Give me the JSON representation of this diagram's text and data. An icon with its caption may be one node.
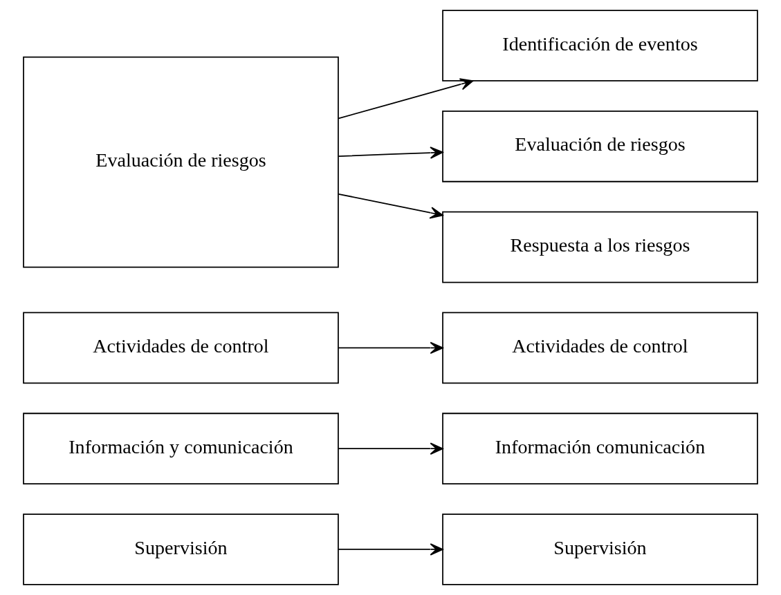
{
  "diagram": {
    "nodes": [
      {
        "text": [
          "Evaluación de riesgos"
        ]
      },
      {
        "text": [
          "Actividades de control"
        ]
      },
      {
        "text": [
          "Información y comunicación"
        ]
      },
      {
        "text": [
          "Supervisión"
        ]
      },
      {
        "text": [
          "Identificación de eventos"
        ]
      },
      {
        "text": [
          "Evaluación de riesgos"
        ]
      },
      {
        "text": [
          "Respuesta a los riesgos"
        ]
      },
      {
        "text": [
          "Actividades de control"
        ]
      },
      {
        "text": [
          "Información comunicación"
        ]
      },
      {
        "text": [
          "Supervisión"
        ]
      }
    ],
    "edges": [
      {
        "from": 0,
        "to": 4,
        "arrow": "to"
      },
      {
        "from": 0,
        "to": 5,
        "arrow": "to"
      },
      {
        "from": 0,
        "to": 6,
        "arrow": "to"
      },
      {
        "from": 1,
        "to": 7,
        "arrow": "to"
      },
      {
        "from": 2,
        "to": 8,
        "arrow": "to"
      },
      {
        "from": 3,
        "to": 9,
        "arrow": "to"
      }
    ]
  }
}
